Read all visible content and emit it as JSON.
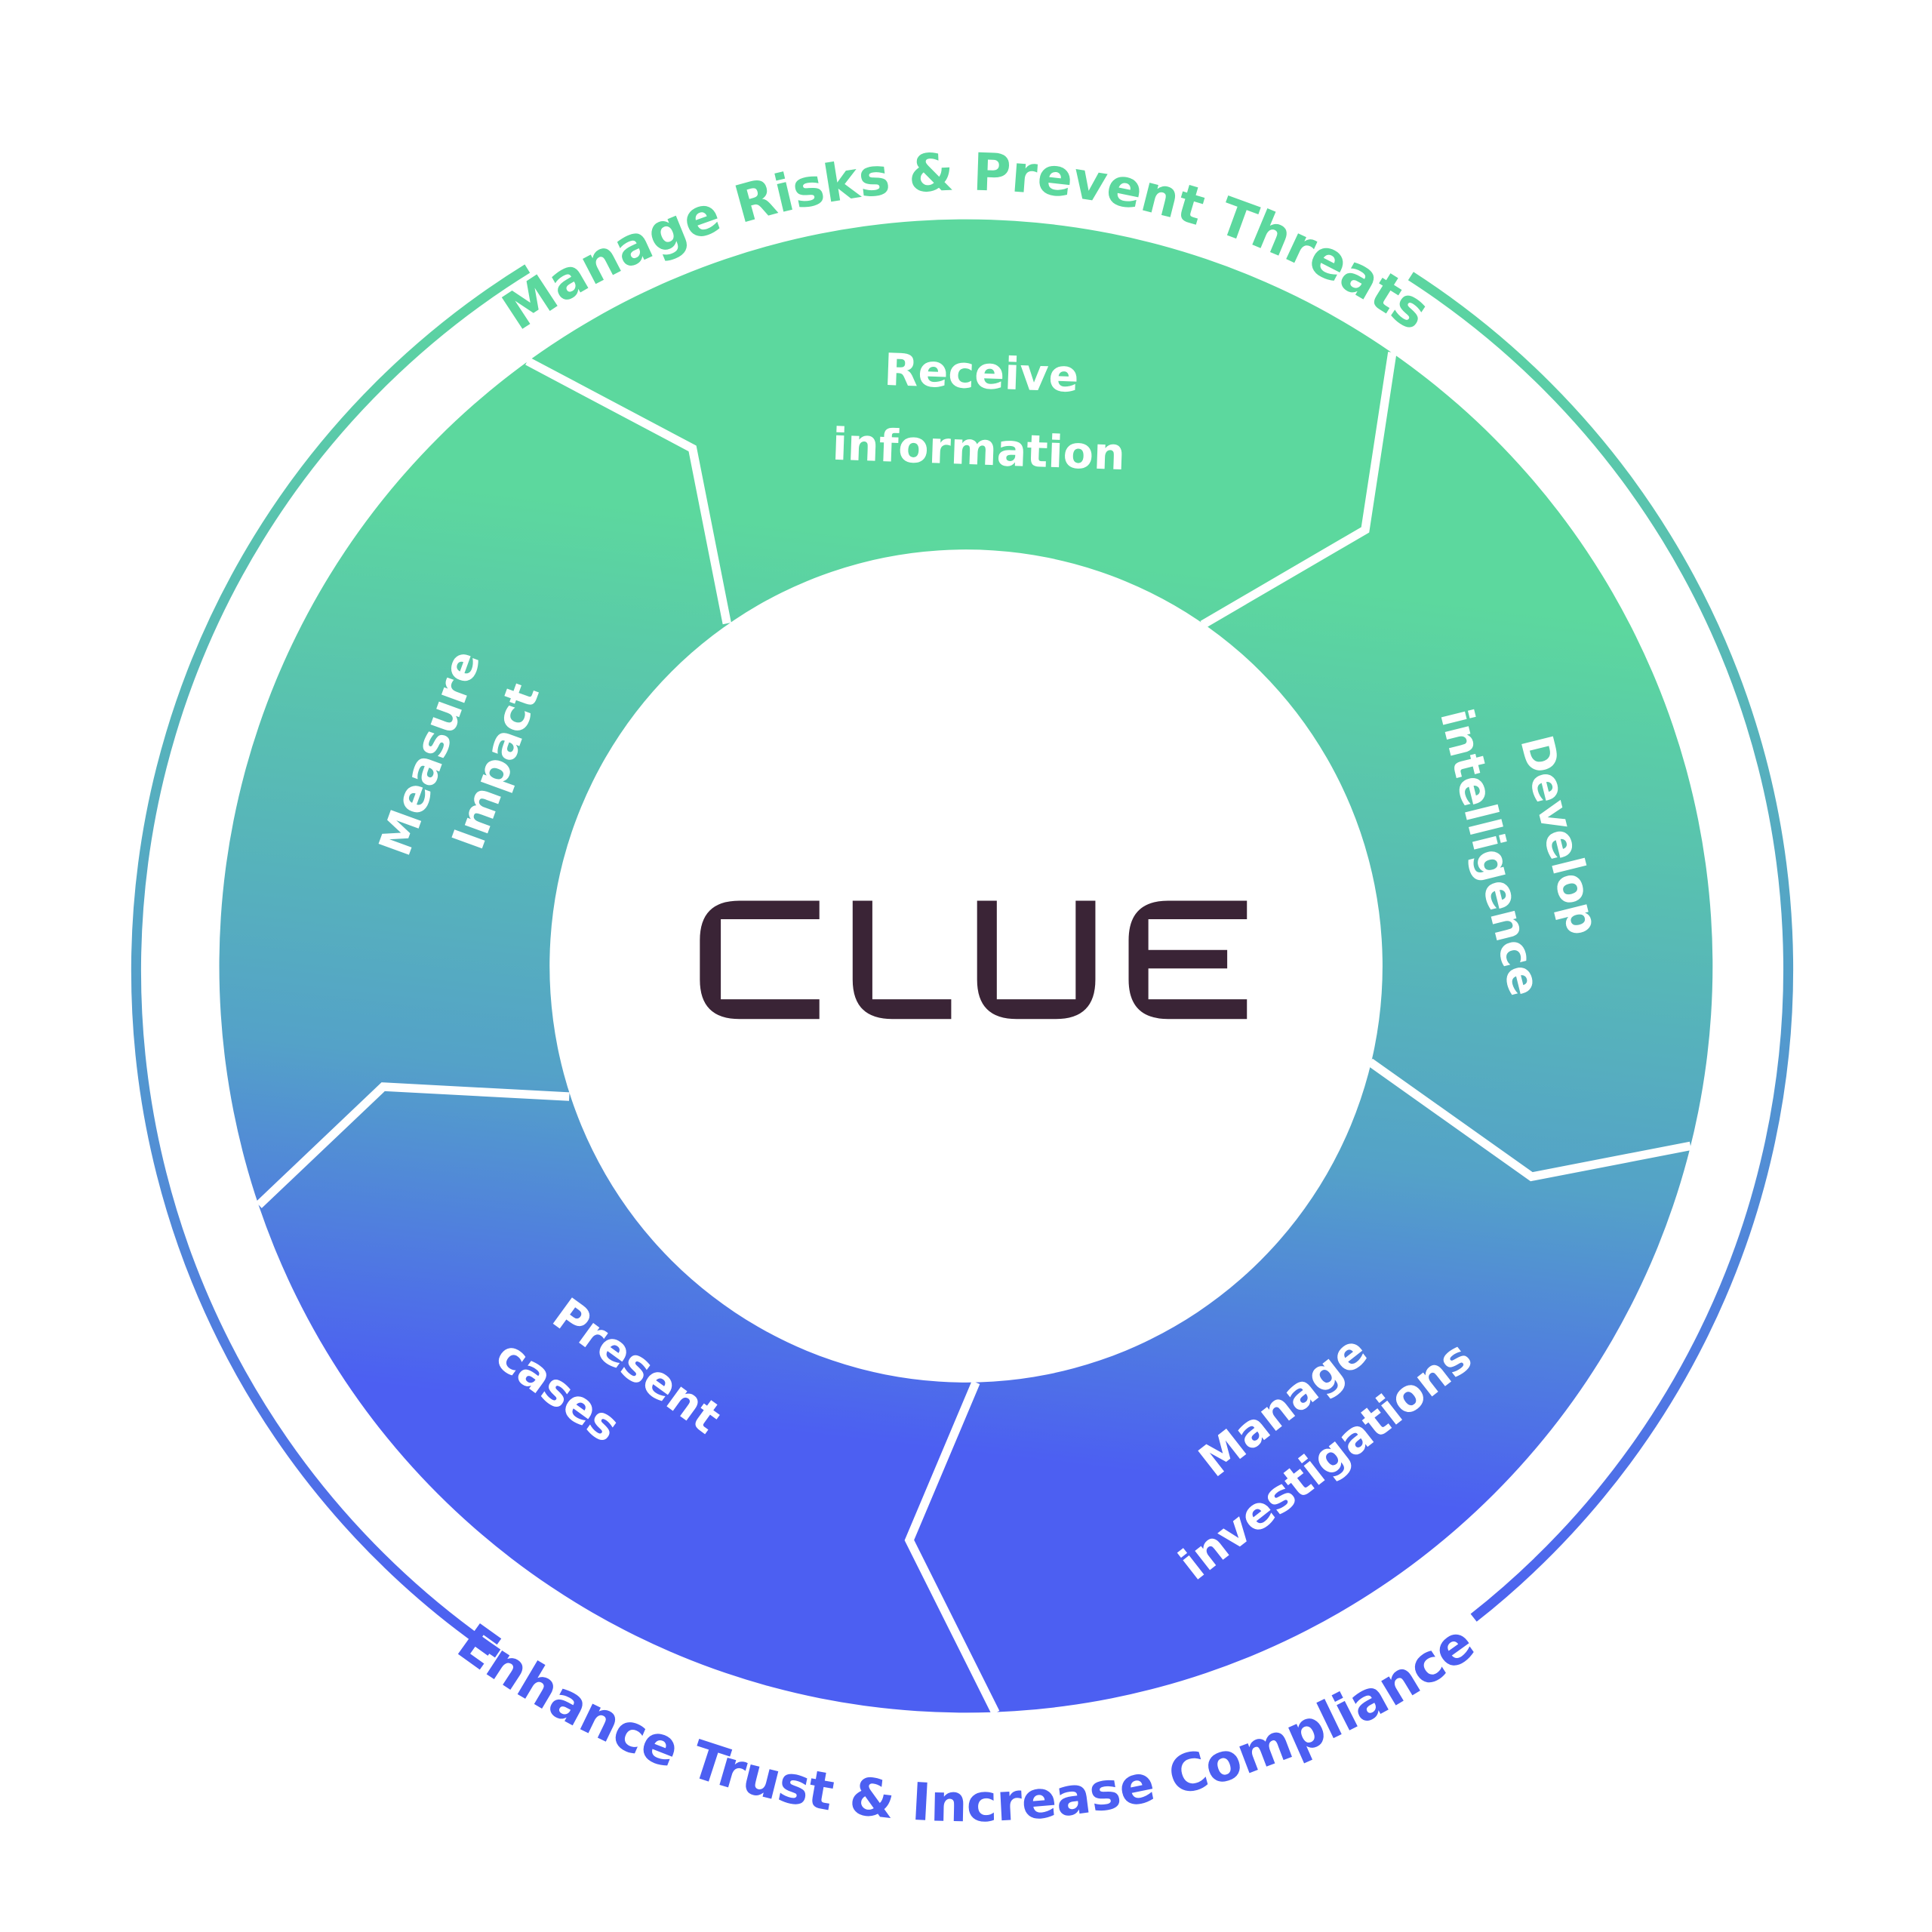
{
  "logo": {
    "text": "CLUE",
    "color": "#3A2436"
  },
  "ring_labels": {
    "top": "Manage Risks & Prevent Threats",
    "bottom": "Enhance Trust & Increase Compliance"
  },
  "segments": [
    {
      "line1": "Receive",
      "line2": "information"
    },
    {
      "line1": "Develop",
      "line2": "intelligence"
    },
    {
      "line1": "Manage",
      "line2": "investigations"
    },
    {
      "line1": "Present",
      "line2": "cases"
    },
    {
      "line1": "Measure",
      "line2": "Impact"
    }
  ],
  "colors": {
    "green": "#5CD89E",
    "blue": "#4C5FF2",
    "teal": "#54A9C4"
  }
}
